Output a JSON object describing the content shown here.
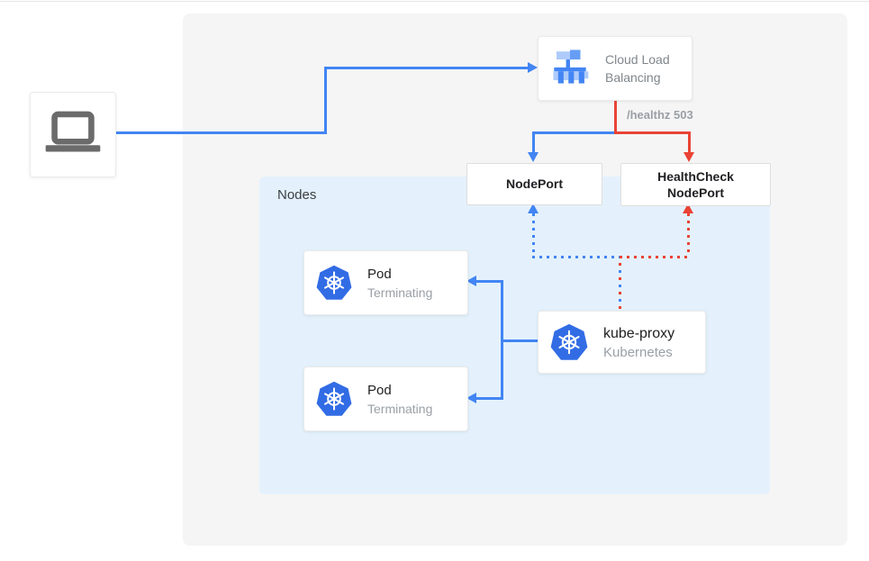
{
  "labels": {
    "nodes": "Nodes",
    "healthz": "/healthz 503"
  },
  "cards": {
    "client": {
      "icon": "laptop-icon"
    },
    "cloud_load_balancing": {
      "title": "Cloud Load Balancing",
      "icon": "load-balancer-icon"
    },
    "nodeport": {
      "label": "NodePort"
    },
    "healthcheck_nodeport": {
      "label": "HealthCheck NodePort"
    },
    "pod_top": {
      "title": "Pod",
      "subtitle": "Terminating",
      "icon": "kubernetes-icon"
    },
    "pod_bottom": {
      "title": "Pod",
      "subtitle": "Terminating",
      "icon": "kubernetes-icon"
    },
    "kube_proxy": {
      "title": "kube-proxy",
      "subtitle": "Kubernetes",
      "icon": "kubernetes-icon"
    }
  },
  "edges": [
    {
      "from": "client",
      "to": "cloud_load_balancing",
      "style": "solid",
      "color": "#4285f4"
    },
    {
      "from": "cloud_load_balancing",
      "to": "nodeport",
      "style": "solid",
      "color": "#4285f4"
    },
    {
      "from": "cloud_load_balancing",
      "to": "healthcheck_nodeport",
      "style": "solid",
      "color": "#ea4335",
      "label": "/healthz 503"
    },
    {
      "from": "kube_proxy",
      "to": "nodeport",
      "style": "dotted",
      "color": "#4285f4"
    },
    {
      "from": "kube_proxy",
      "to": "healthcheck_nodeport",
      "style": "dotted",
      "color": "#ea4335"
    },
    {
      "from": "kube_proxy",
      "to": "pod_top",
      "style": "solid",
      "color": "#4285f4"
    },
    {
      "from": "kube_proxy",
      "to": "pod_bottom",
      "style": "solid",
      "color": "#4285f4"
    }
  ],
  "colors": {
    "blue": "#4285f4",
    "red": "#ea4335",
    "panel_bg": "#f5f5f5",
    "nodes_bg": "#e4f1fc",
    "kubernetes_blue": "#326ce5",
    "icon_gray": "#6b6b6b"
  }
}
